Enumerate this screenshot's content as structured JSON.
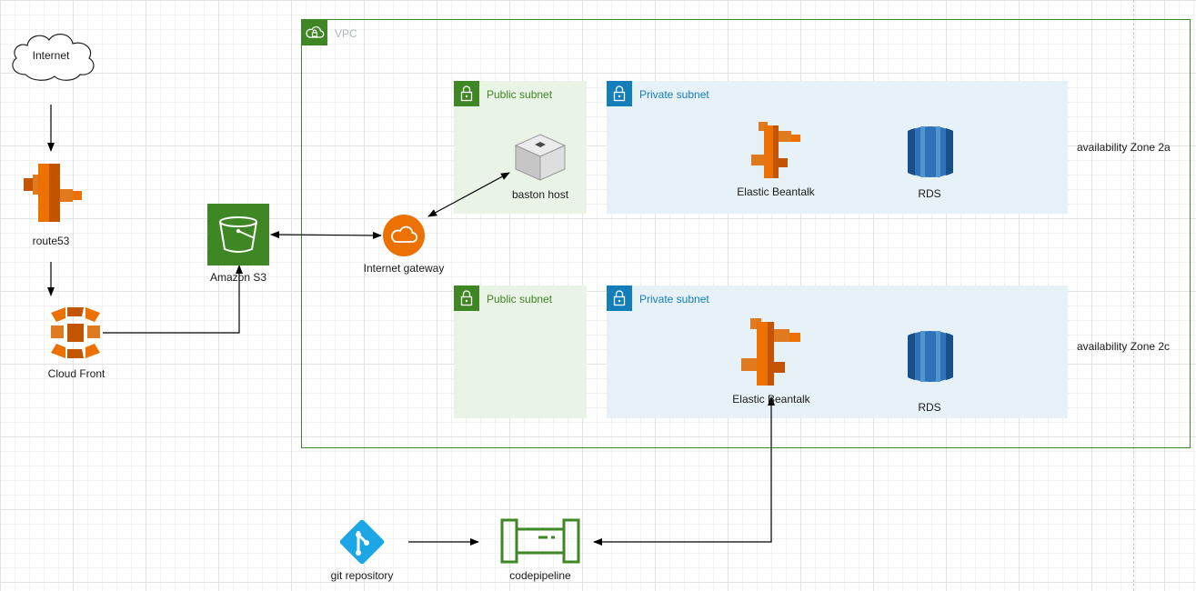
{
  "nodes": {
    "internet": "Internet",
    "route53": "route53",
    "cloudfront": "Cloud Front",
    "s3": "Amazon S3",
    "igw": "Internet gateway",
    "bastion": "baston host",
    "eb_2a": "Elastic Beantalk",
    "rds_2a": "RDS",
    "eb_2c": "Elastic Beantalk",
    "rds_2c": "RDS",
    "git": "git repository",
    "codepipeline": "codepipeline"
  },
  "groups": {
    "vpc": "VPC",
    "public_subnet_2a": "Public subnet",
    "private_subnet_2a": "Private subnet",
    "public_subnet_2c": "Public subnet",
    "private_subnet_2c": "Private subnet"
  },
  "zones": {
    "zone_2a": "availability Zone 2a",
    "zone_2c": "availability Zone 2c"
  },
  "edges": [
    {
      "from": "Internet",
      "to": "route53",
      "arrow": "forward"
    },
    {
      "from": "route53",
      "to": "Cloud Front",
      "arrow": "forward"
    },
    {
      "from": "Cloud Front",
      "to": "Amazon S3",
      "arrow": "forward"
    },
    {
      "from": "Amazon S3",
      "to": "Internet gateway",
      "arrow": "both"
    },
    {
      "from": "Internet gateway",
      "to": "baston host",
      "arrow": "both"
    },
    {
      "from": "git repository",
      "to": "codepipeline",
      "arrow": "forward"
    },
    {
      "from": "codepipeline",
      "to": "Elastic Beantalk",
      "arrow": "both"
    }
  ],
  "colors": {
    "aws_orange": "#ed7100",
    "s3_green": "#3f8624",
    "rds_blue": "#2e73b8",
    "git_blue": "#1ba6e5",
    "vpc_green": "#3f8624",
    "private_blue": "#147eba"
  },
  "icons": [
    "cloud-icon",
    "route53-icon",
    "cloudfront-icon",
    "s3-bucket-icon",
    "internet-gateway-icon",
    "bastion-host-icon",
    "elastic-beanstalk-icon",
    "rds-icon",
    "git-icon",
    "codepipeline-icon",
    "vpc-icon",
    "lock-icon"
  ]
}
